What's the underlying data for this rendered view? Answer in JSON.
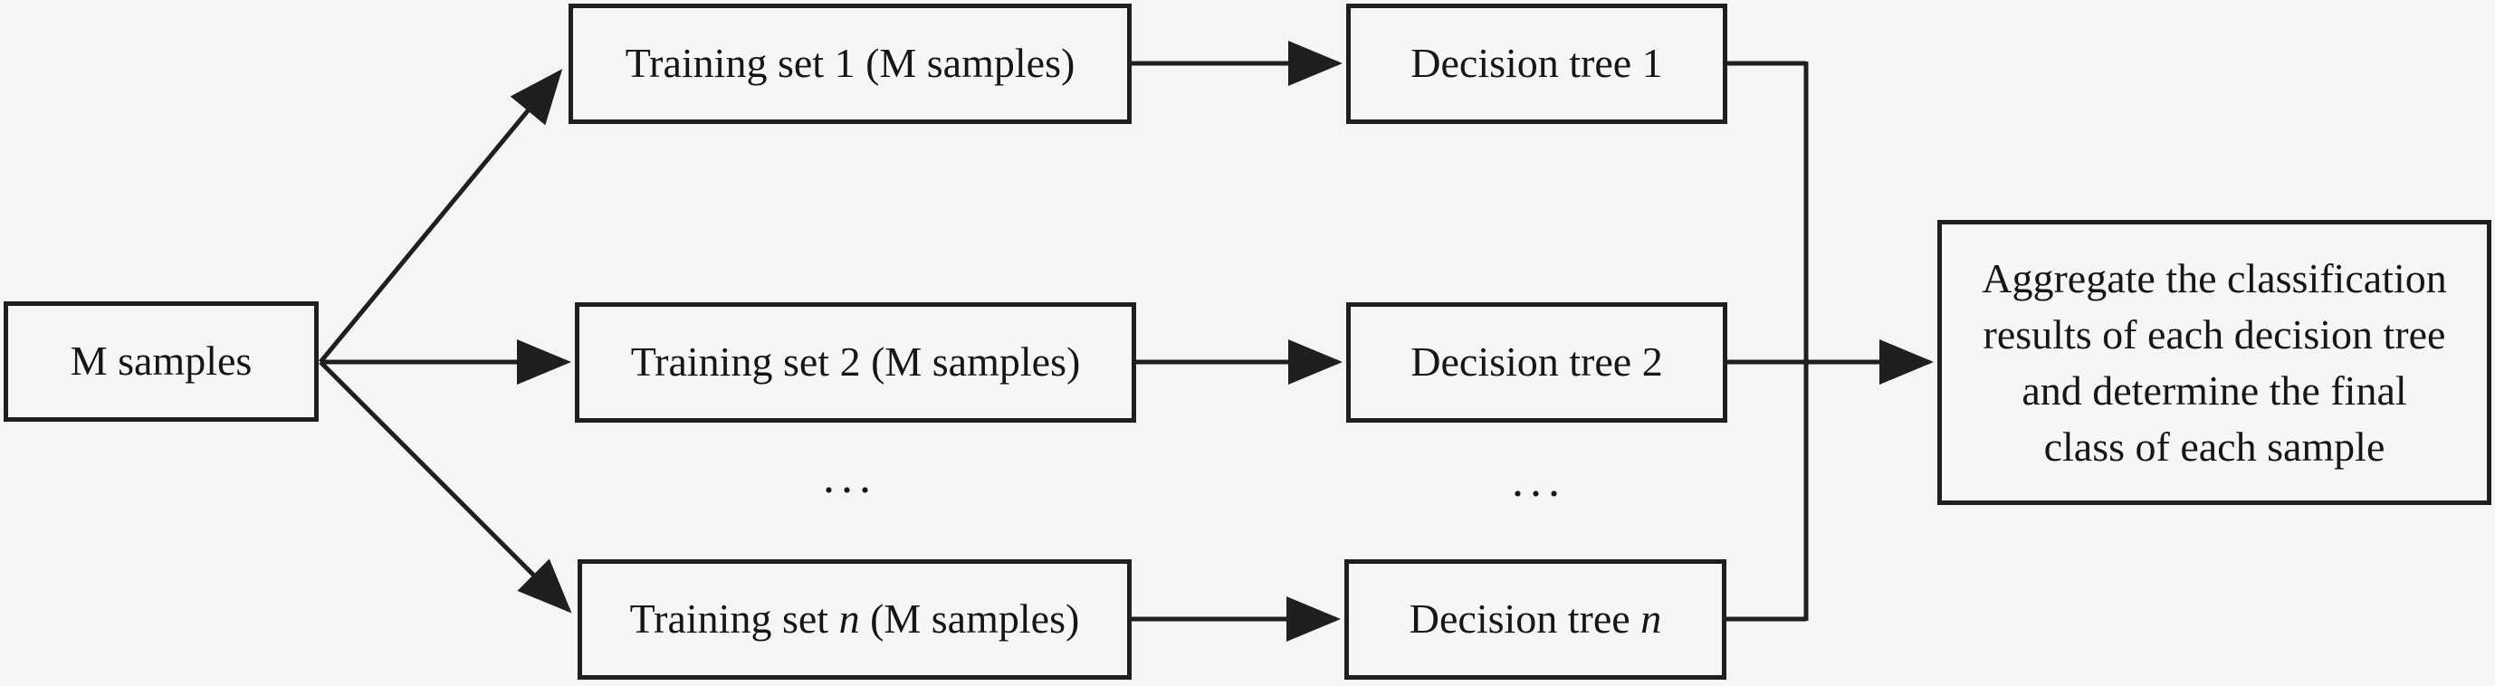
{
  "figure": {
    "background": "#f5f5f5",
    "line_color": "#1f1f1f",
    "box_fill": "#f6f6f6"
  },
  "nodes": {
    "m_samples": {
      "label": "M samples"
    },
    "training_set_1": {
      "label": "Training set 1 (M samples)"
    },
    "training_set_2": {
      "label": "Training set 2 (M samples)"
    },
    "training_set_n": {
      "prefix": "Training set ",
      "index": "n",
      "suffix": " (M samples)"
    },
    "decision_tree_1": {
      "label": "Decision tree 1"
    },
    "decision_tree_2": {
      "label": "Decision tree 2"
    },
    "decision_tree_n": {
      "prefix": "Decision tree ",
      "index": "n"
    },
    "aggregate": {
      "lines": [
        "Aggregate the classification",
        "results of each decision tree",
        "and determine the final",
        "class of each sample"
      ]
    },
    "ellipsis_training_column": "...",
    "ellipsis_tree_column": "..."
  }
}
